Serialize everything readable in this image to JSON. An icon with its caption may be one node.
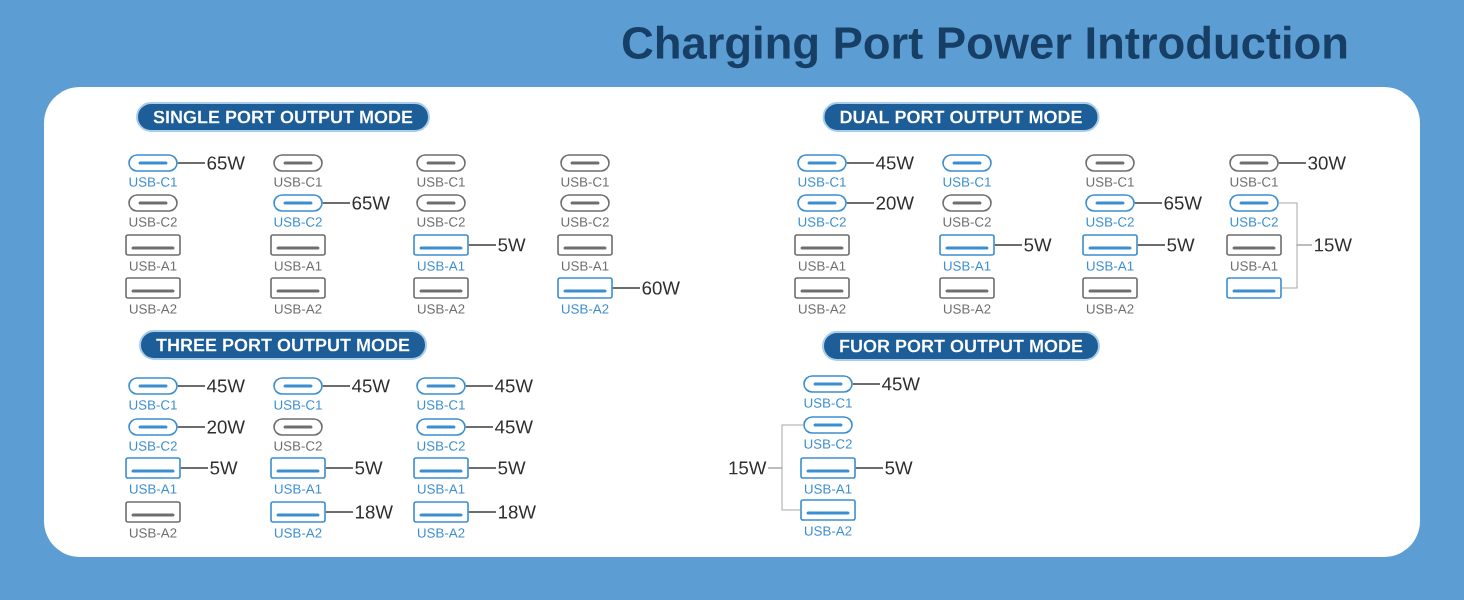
{
  "diagram": {
    "title": "Charging Port Power Introduction",
    "nodes": [
      {
        "text": [
          "SINGLE PORT OUTPUT MODE"
        ]
      },
      {
        "text": [
          "USB-C1"
        ]
      },
      {
        "text": [
          "USB-C2"
        ]
      },
      {
        "text": [
          "USB-A1"
        ]
      },
      {
        "text": [
          "USB-A2"
        ]
      },
      {
        "text": [
          "65W"
        ]
      },
      {
        "text": [
          "USB-C1"
        ]
      },
      {
        "text": [
          "USB-C2"
        ]
      },
      {
        "text": [
          "USB-A1"
        ]
      },
      {
        "text": [
          "USB-A2"
        ]
      },
      {
        "text": [
          "65W"
        ]
      },
      {
        "text": [
          "USB-C1"
        ]
      },
      {
        "text": [
          "USB-C2"
        ]
      },
      {
        "text": [
          "USB-A1"
        ]
      },
      {
        "text": [
          "USB-A2"
        ]
      },
      {
        "text": [
          "5W"
        ]
      },
      {
        "text": [
          "USB-C1"
        ]
      },
      {
        "text": [
          "USB-C2"
        ]
      },
      {
        "text": [
          "USB-A1"
        ]
      },
      {
        "text": [
          "USB-A2"
        ]
      },
      {
        "text": [
          "60W"
        ]
      },
      {
        "text": [
          "DUAL PORT OUTPUT MODE"
        ]
      },
      {
        "text": [
          "USB-C1"
        ]
      },
      {
        "text": [
          "USB-C2"
        ]
      },
      {
        "text": [
          "USB-A1"
        ]
      },
      {
        "text": [
          "USB-A2"
        ]
      },
      {
        "text": [
          "45W"
        ]
      },
      {
        "text": [
          "20W"
        ]
      },
      {
        "text": [
          "USB-C1"
        ]
      },
      {
        "text": [
          "USB-C2"
        ]
      },
      {
        "text": [
          "USB-A1"
        ]
      },
      {
        "text": [
          "USB-A2"
        ]
      },
      {
        "text": [
          "5W"
        ]
      },
      {
        "text": [
          "USB-C1"
        ]
      },
      {
        "text": [
          "USB-C2"
        ]
      },
      {
        "text": [
          "USB-A1"
        ]
      },
      {
        "text": [
          "USB-A2"
        ]
      },
      {
        "text": [
          "65W"
        ]
      },
      {
        "text": [
          "5W"
        ]
      },
      {
        "text": [
          "USB-C1"
        ]
      },
      {
        "text": [
          "USB-C2"
        ]
      },
      {
        "text": [
          "USB-A1"
        ]
      },
      {
        "text": [],
        "shape": "box"
      },
      {
        "text": [
          "30W"
        ]
      },
      {
        "text": [
          "15W"
        ]
      },
      {
        "text": [
          "THREE PORT OUTPUT MODE"
        ]
      },
      {
        "text": [
          "USB-C1"
        ]
      },
      {
        "text": [
          "USB-C2"
        ]
      },
      {
        "text": [
          "USB-A1"
        ]
      },
      {
        "text": [
          "USB-A2"
        ]
      },
      {
        "text": [
          "45W"
        ]
      },
      {
        "text": [
          "20W"
        ]
      },
      {
        "text": [
          "5W"
        ]
      },
      {
        "text": [
          "USB-C1"
        ]
      },
      {
        "text": [
          "USB-C2"
        ]
      },
      {
        "text": [
          "USB-A1"
        ]
      },
      {
        "text": [
          "USB-A2"
        ]
      },
      {
        "text": [
          "45W"
        ]
      },
      {
        "text": [
          "5W"
        ]
      },
      {
        "text": [
          "18W"
        ]
      },
      {
        "text": [
          "USB-C1"
        ]
      },
      {
        "text": [
          "USB-C2"
        ]
      },
      {
        "text": [
          "USB-A1"
        ]
      },
      {
        "text": [
          "USB-A2"
        ]
      },
      {
        "text": [
          "45W"
        ]
      },
      {
        "text": [
          "45W"
        ]
      },
      {
        "text": [
          "5W"
        ]
      },
      {
        "text": [
          "18W"
        ]
      },
      {
        "text": [
          "FUOR PORT OUTPUT MODE"
        ]
      },
      {
        "text": [
          "USB-C1"
        ]
      },
      {
        "text": [
          "USB-C2"
        ]
      },
      {
        "text": [
          "USB-A1"
        ]
      },
      {
        "text": [
          "USB-A2"
        ]
      },
      {
        "text": [
          "45W"
        ]
      },
      {
        "text": [
          "15W"
        ]
      },
      {
        "text": [
          "5W"
        ]
      }
    ],
    "edges": [
      {
        "from": 5,
        "to": 1,
        "arrow": "none"
      },
      {
        "from": 10,
        "to": 7,
        "arrow": "none"
      },
      {
        "from": 15,
        "to": 13,
        "arrow": "none"
      },
      {
        "from": 20,
        "to": 19,
        "arrow": "none"
      },
      {
        "from": 26,
        "to": 22,
        "arrow": "none"
      },
      {
        "from": 27,
        "to": 23,
        "arrow": "none"
      },
      {
        "from": 32,
        "to": 30,
        "arrow": "none"
      },
      {
        "from": 37,
        "to": 34,
        "arrow": "none"
      },
      {
        "from": 38,
        "to": 35,
        "arrow": "none"
      },
      {
        "from": 43,
        "to": 39,
        "arrow": "none"
      },
      {
        "from": 44,
        "to": 40,
        "arrow": "none",
        "color": "#a8a8a8"
      },
      {
        "from": 44,
        "to": 42,
        "arrow": "none",
        "color": "#a8a8a8"
      },
      {
        "from": 50,
        "to": 46,
        "arrow": "none"
      },
      {
        "from": 51,
        "to": 47,
        "arrow": "none"
      },
      {
        "from": 52,
        "to": 48,
        "arrow": "none"
      },
      {
        "from": 57,
        "to": 53,
        "arrow": "none"
      },
      {
        "from": 58,
        "to": 55,
        "arrow": "none"
      },
      {
        "from": 59,
        "to": 56,
        "arrow": "none"
      },
      {
        "from": 64,
        "to": 60,
        "arrow": "none"
      },
      {
        "from": 65,
        "to": 61,
        "arrow": "none"
      },
      {
        "from": 66,
        "to": 62,
        "arrow": "none"
      },
      {
        "from": 67,
        "to": 63,
        "arrow": "none"
      },
      {
        "from": 73,
        "to": 69,
        "arrow": "none"
      },
      {
        "from": 74,
        "to": 70,
        "arrow": "none",
        "color": "#a8a8a8"
      },
      {
        "from": 74,
        "to": 72,
        "arrow": "none",
        "color": "#a8a8a8"
      },
      {
        "from": 75,
        "to": 71,
        "arrow": "none"
      }
    ]
  }
}
